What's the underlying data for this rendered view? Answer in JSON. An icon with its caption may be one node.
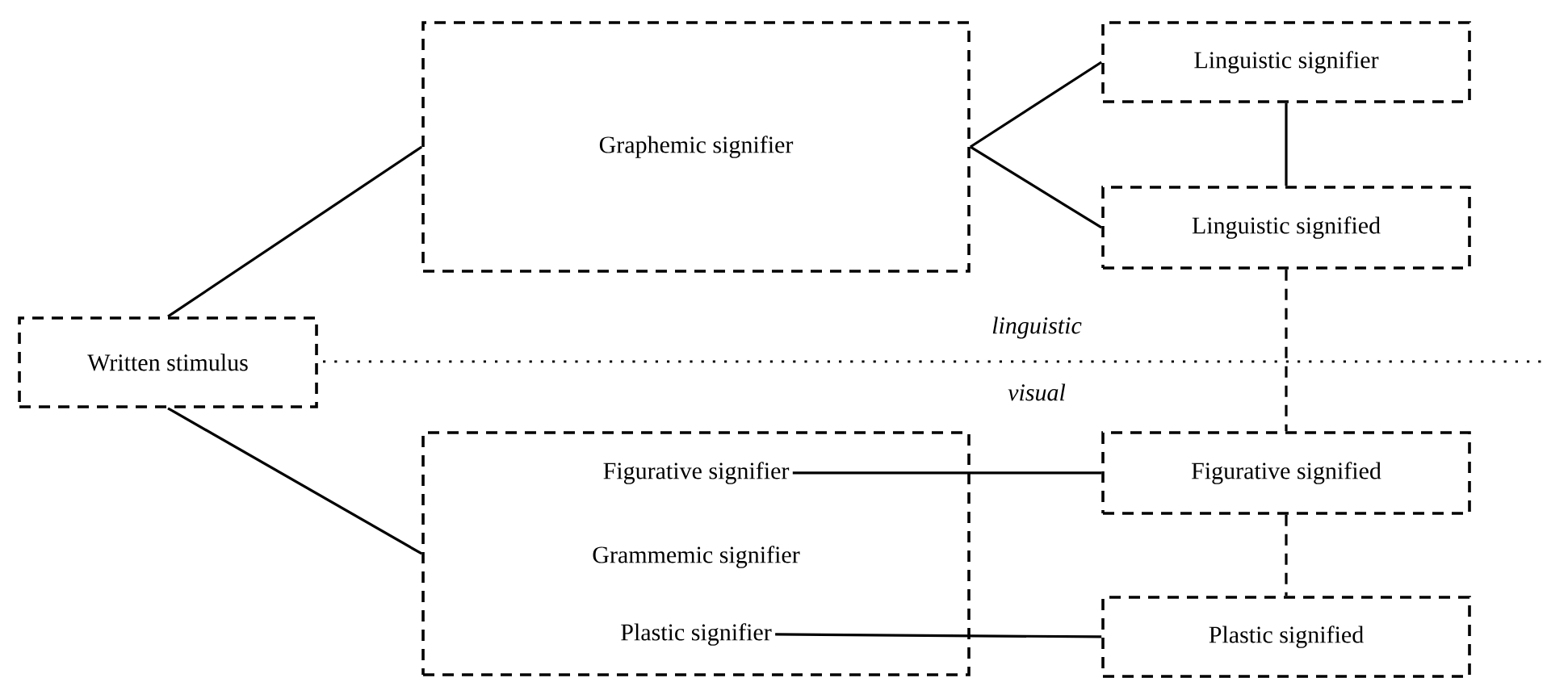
{
  "diagram": {
    "nodes": [
      {
        "text": [
          "Written stimulus"
        ]
      },
      {
        "text": [
          "Graphemic signifier"
        ]
      },
      {
        "text": [
          "Grammemic signifier"
        ]
      },
      {
        "text": [
          "Figurative signifier"
        ],
        "in": 2
      },
      {
        "text": [
          "Plastic signifier"
        ],
        "in": 2
      },
      {
        "text": [
          "Linguistic signifier"
        ]
      },
      {
        "text": [
          "Linguistic signified"
        ]
      },
      {
        "text": [
          "Figurative signified"
        ]
      },
      {
        "text": [
          "Plastic signified"
        ]
      }
    ],
    "edges": [
      {
        "from": 0,
        "to": 1,
        "arrow": "none"
      },
      {
        "from": 0,
        "to": 2,
        "arrow": "none"
      },
      {
        "from": 1,
        "to": 5,
        "arrow": "none"
      },
      {
        "from": 1,
        "to": 6,
        "arrow": "none"
      },
      {
        "from": 5,
        "to": 6,
        "arrow": "none"
      },
      {
        "from": 6,
        "to": 7,
        "arrow": "none",
        "style": "dashed"
      },
      {
        "from": 3,
        "to": 7,
        "arrow": "none"
      },
      {
        "from": 4,
        "to": 8,
        "arrow": "none"
      },
      {
        "from": 7,
        "to": 8,
        "arrow": "none",
        "style": "dashed"
      }
    ],
    "labels": [
      "*linguistic*",
      "*visual*"
    ]
  }
}
